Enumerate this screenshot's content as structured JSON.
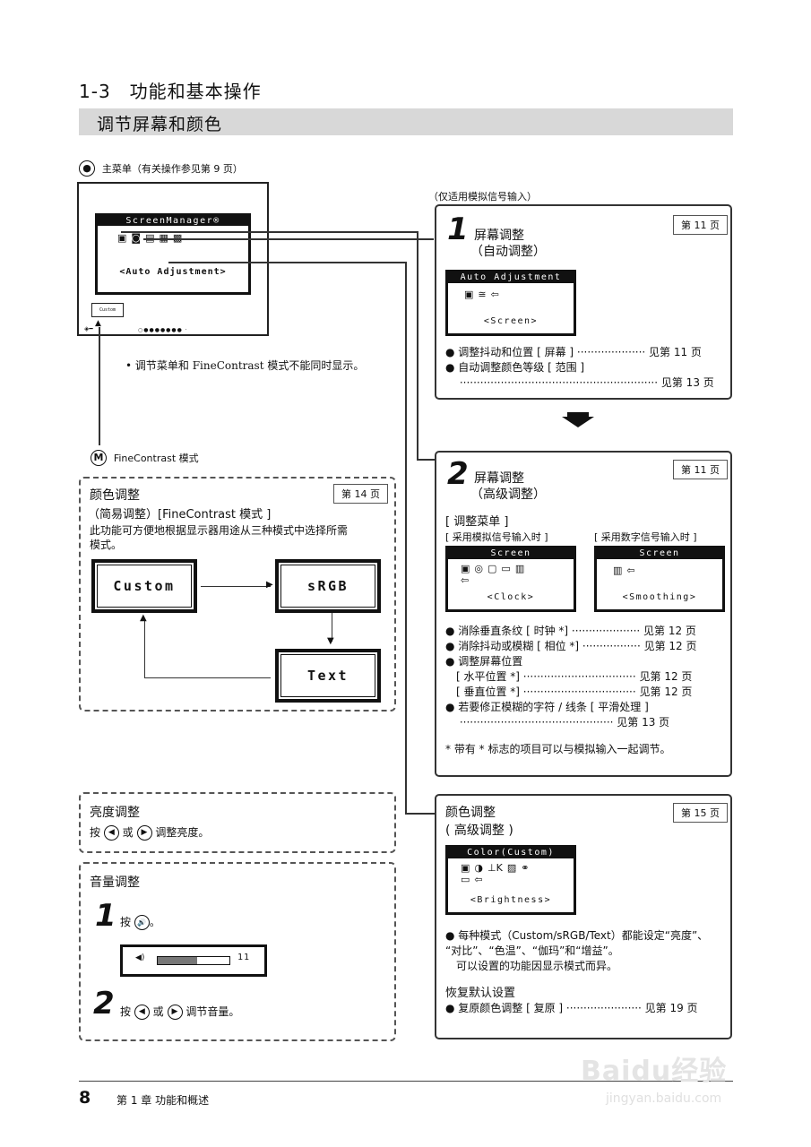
{
  "header": {
    "title": "1-3　功能和基本操作",
    "section": "调节屏幕和颜色"
  },
  "main_menu": {
    "icon_glyph": "●",
    "label": "主菜单（有关操作参见第 9 页）",
    "osd_title": "ScreenManager®",
    "osd_selected": "<Auto Adjustment>",
    "osd_corner": "Custom",
    "note": "• 调节菜单和 FineContrast 模式不能同时显示。"
  },
  "analog_note": "（仅适用模拟信号输入）",
  "screen_auto": {
    "num": "1",
    "title": "屏幕调整",
    "subtitle": "（自动调整）",
    "pageref": "第 11 页",
    "osd_title": "Auto Adjustment",
    "osd_label": "<Screen>",
    "items": [
      "● 调整抖动和位置 [ 屏幕 ] ···················· 见第 11 页",
      "● 自动调整颜色等级 [ 范围 ]",
      "　 ·························································· 见第 13 页"
    ]
  },
  "screen_adv": {
    "num": "2",
    "title": "屏幕调整",
    "subtitle": "（高级调整）",
    "pageref": "第 11 页",
    "menu_label": "[ 调整菜单 ]",
    "analog_label": "[ 采用模拟信号输入时 ]",
    "digital_label": "[ 采用数字信号输入时 ]",
    "osd_title": "Screen",
    "osd_analog_label": "<Clock>",
    "osd_digital_label": "<Smoothing>",
    "items": [
      "● 消除垂直条纹 [ 时钟 *]  ···················· 见第 12 页",
      "● 消除抖动或模糊 [ 相位 *]  ················· 见第 12 页",
      "● 调整屏幕位置",
      "　[ 水平位置 *]   ································· 见第 12 页",
      "　[ 垂直位置 *]   ································· 见第 12 页",
      "● 若要修正模糊的字符 / 线条 [ 平滑处理 ]",
      "　 ············································· 见第 13 页"
    ],
    "footnote": "*  带有 * 标志的项目可以与模拟输入一起调节。"
  },
  "color_adv": {
    "title": "颜色调整",
    "subtitle": "( 高级调整 )",
    "pageref": "第 15 页",
    "osd_title": "Color(Custom)",
    "osd_label": "<Brightness>",
    "items": [
      "● 每种模式（Custom/sRGB/Text）都能设定“亮度”、",
      "“对比”、“色温”、“伽玛”和“增益”。",
      "　可以设置的功能因显示模式而异。"
    ],
    "reset_title": "恢复默认设置",
    "reset_item": "● 复原颜色调整 [ 复原 ] ······················ 见第 19 页"
  },
  "finecontrast": {
    "icon_glyph": "M",
    "label": "FineContrast 模式",
    "title": "颜色调整",
    "pageref": "第 14 页",
    "subtitle": "（简易调整）[FineContrast 模式 ]",
    "desc1": "此功能可方便地根据显示器用途从三种模式中选择所需",
    "desc2": "模式。",
    "modes": [
      "Custom",
      "sRGB",
      "Text"
    ]
  },
  "brightness": {
    "title": "亮度调整",
    "pre": "按",
    "mid": "或",
    "post": "调整亮度。",
    "left_glyph": "◀",
    "right_glyph": "▶"
  },
  "volume": {
    "title": "音量调整",
    "step1_num": "1",
    "step1_pre": "按",
    "step1_post": "。",
    "vol_glyph": "🔊",
    "bar_value": "11",
    "bar_fill": 0.55,
    "step2_num": "2",
    "step2_pre": "按",
    "step2_mid": "或",
    "step2_post": "调节音量。"
  },
  "footer": {
    "page": "8",
    "chapter": "第 1 章  功能和概述",
    "watermark": "Baidu经验",
    "watermark_url": "jingyan.baidu.com"
  }
}
